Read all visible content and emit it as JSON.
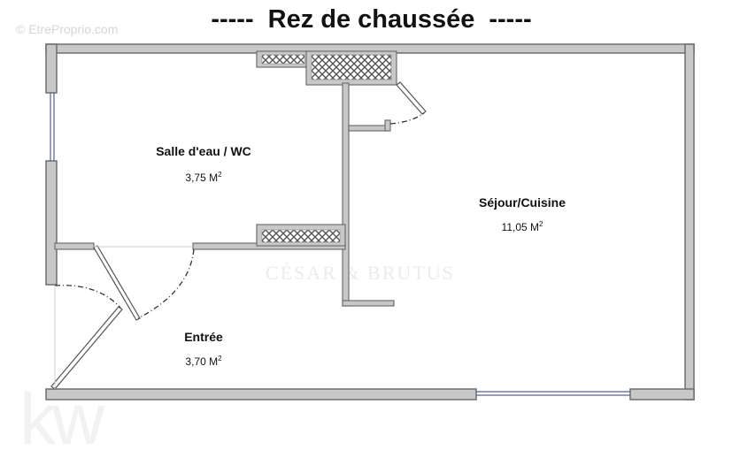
{
  "title": {
    "dashes_left": "-----",
    "text": "Rez de chaussée",
    "dashes_right": "-----"
  },
  "watermarks": {
    "top_left": "© EtreProprio.com",
    "bottom_left": "kw",
    "center": "CÉSAR & BRUTUS"
  },
  "rooms": [
    {
      "name": "Salle d'eau / WC",
      "area": "3,75 M",
      "unit_sup": "2"
    },
    {
      "name": "Séjour/Cuisine",
      "area": "11,05 M",
      "unit_sup": "2"
    },
    {
      "name": "Entrée",
      "area": "3,70 M",
      "unit_sup": "2"
    }
  ],
  "colors": {
    "wall_fill": "#c8c8c8",
    "wall_stroke": "#6e6e6e",
    "window": "#5a5f8a",
    "text": "#111111"
  }
}
